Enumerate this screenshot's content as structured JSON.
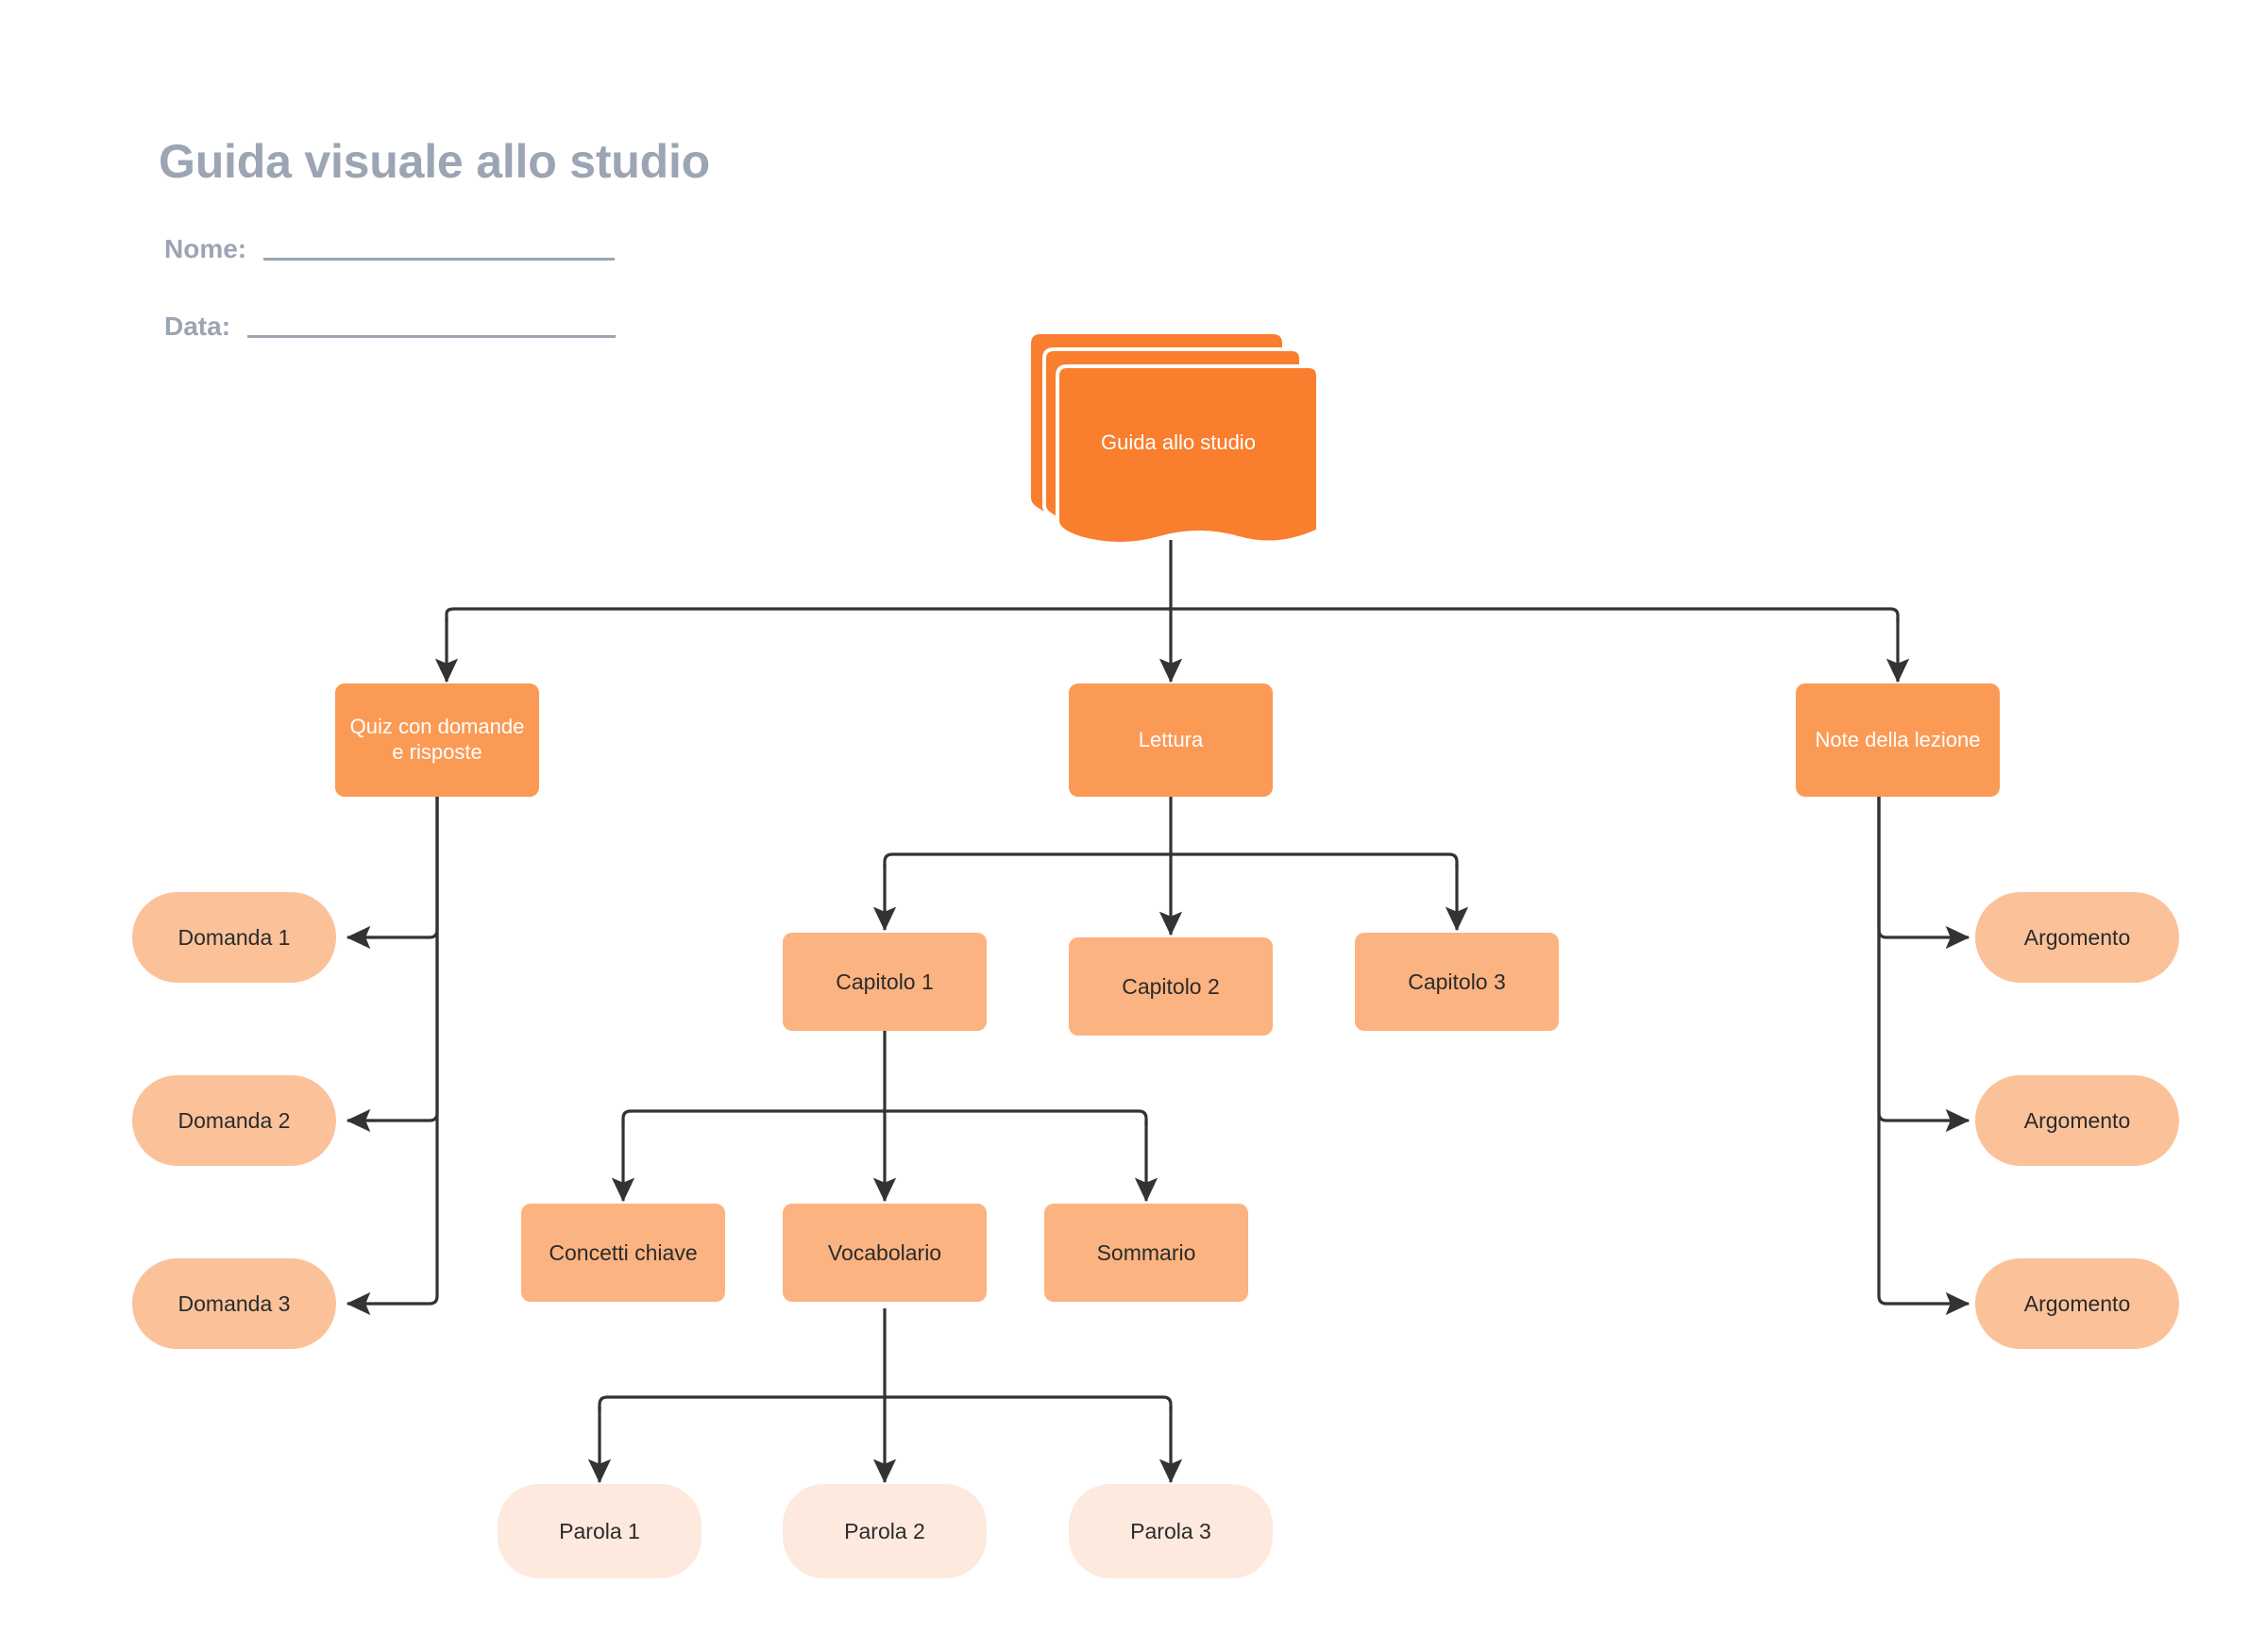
{
  "document": {
    "title": "Guida visuale allo studio",
    "title_color": "#9BA5B4",
    "background": "#FFFFFF"
  },
  "form_fields": [
    {
      "label": "Nome:",
      "value": ""
    },
    {
      "label": "Data:",
      "value": ""
    }
  ],
  "palette": {
    "root_orange": "#F97E2E",
    "level2_orange": "#FB9A55",
    "level3_orange": "#FBB381",
    "pill_orange": "#FBC29A",
    "level5_peach": "#FDE9DD",
    "connector": "#333333",
    "text_light": "#FFFFFF",
    "text_dark": "#2B2B2B"
  },
  "chart_data": {
    "type": "tree-diagram",
    "title": "Guida visuale allo studio",
    "root": "Guida allo studio",
    "nodes": [
      {
        "id": "root",
        "label": "Guida allo studio",
        "level": 0,
        "shape": "stacked-cards"
      },
      {
        "id": "quiz",
        "label": "Quiz con domande e risposte",
        "level": 1,
        "shape": "rounded-rect"
      },
      {
        "id": "lett",
        "label": "Lettura",
        "level": 1,
        "shape": "rounded-rect"
      },
      {
        "id": "note",
        "label": "Note della lezione",
        "level": 1,
        "shape": "rounded-rect"
      },
      {
        "id": "dom1",
        "label": "Domanda 1",
        "level": 2,
        "shape": "pill"
      },
      {
        "id": "dom2",
        "label": "Domanda 2",
        "level": 2,
        "shape": "pill"
      },
      {
        "id": "dom3",
        "label": "Domanda 3",
        "level": 2,
        "shape": "pill"
      },
      {
        "id": "cap1",
        "label": "Capitolo 1",
        "level": 2,
        "shape": "rounded-rect"
      },
      {
        "id": "cap2",
        "label": "Capitolo 2",
        "level": 2,
        "shape": "rounded-rect"
      },
      {
        "id": "cap3",
        "label": "Capitolo 3",
        "level": 2,
        "shape": "rounded-rect"
      },
      {
        "id": "arg1",
        "label": "Argomento",
        "level": 2,
        "shape": "pill"
      },
      {
        "id": "arg2",
        "label": "Argomento",
        "level": 2,
        "shape": "pill"
      },
      {
        "id": "arg3",
        "label": "Argomento",
        "level": 2,
        "shape": "pill"
      },
      {
        "id": "conc",
        "label": "Concetti chiave",
        "level": 3,
        "shape": "rounded-rect"
      },
      {
        "id": "voca",
        "label": "Vocabolario",
        "level": 3,
        "shape": "rounded-rect"
      },
      {
        "id": "somm",
        "label": "Sommario",
        "level": 3,
        "shape": "rounded-rect"
      },
      {
        "id": "par1",
        "label": "Parola 1",
        "level": 4,
        "shape": "rounded-rect"
      },
      {
        "id": "par2",
        "label": "Parola 2",
        "level": 4,
        "shape": "rounded-rect"
      },
      {
        "id": "par3",
        "label": "Parola 3",
        "level": 4,
        "shape": "rounded-rect"
      }
    ],
    "edges": [
      {
        "from": "root",
        "to": "quiz"
      },
      {
        "from": "root",
        "to": "lett"
      },
      {
        "from": "root",
        "to": "note"
      },
      {
        "from": "quiz",
        "to": "dom1"
      },
      {
        "from": "quiz",
        "to": "dom2"
      },
      {
        "from": "quiz",
        "to": "dom3"
      },
      {
        "from": "lett",
        "to": "cap1"
      },
      {
        "from": "lett",
        "to": "cap2"
      },
      {
        "from": "lett",
        "to": "cap3"
      },
      {
        "from": "note",
        "to": "arg1"
      },
      {
        "from": "note",
        "to": "arg2"
      },
      {
        "from": "note",
        "to": "arg3"
      },
      {
        "from": "cap1",
        "to": "conc"
      },
      {
        "from": "cap1",
        "to": "voca"
      },
      {
        "from": "cap1",
        "to": "somm"
      },
      {
        "from": "voca",
        "to": "par1"
      },
      {
        "from": "voca",
        "to": "par2"
      },
      {
        "from": "voca",
        "to": "par3"
      }
    ]
  },
  "nodes": {
    "root": "Guida allo studio",
    "quiz": "Quiz con domande e risposte",
    "lettura": "Lettura",
    "note": "Note della lezione",
    "domanda1": "Domanda 1",
    "domanda2": "Domanda 2",
    "domanda3": "Domanda 3",
    "capitolo1": "Capitolo 1",
    "capitolo2": "Capitolo 2",
    "capitolo3": "Capitolo 3",
    "argomento1": "Argomento",
    "argomento2": "Argomento",
    "argomento3": "Argomento",
    "concetti": "Concetti chiave",
    "vocabolario": "Vocabolario",
    "sommario": "Sommario",
    "parola1": "Parola 1",
    "parola2": "Parola 2",
    "parola3": "Parola 3"
  }
}
